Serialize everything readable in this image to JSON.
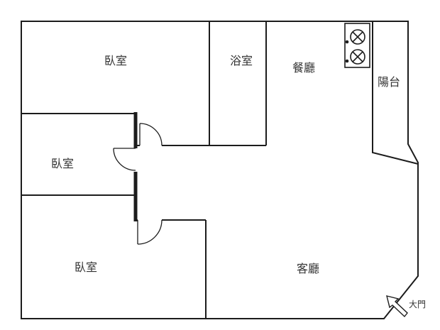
{
  "floor_plan": {
    "colors": {
      "wall": "#1c1c1c",
      "text": "#333333",
      "background": "#ffffff"
    },
    "labels": {
      "bedroom_top": "臥室",
      "bathroom": "浴室",
      "dining_room": "餐廳",
      "balcony": "陽台",
      "bedroom_middle": "臥室",
      "bedroom_bottom": "臥室",
      "living_room": "客廳",
      "main_door": "大門"
    },
    "icons": {
      "stove": "gas-stove-two-burners",
      "entrance_arrow": "arrow-entrance-direction"
    }
  }
}
